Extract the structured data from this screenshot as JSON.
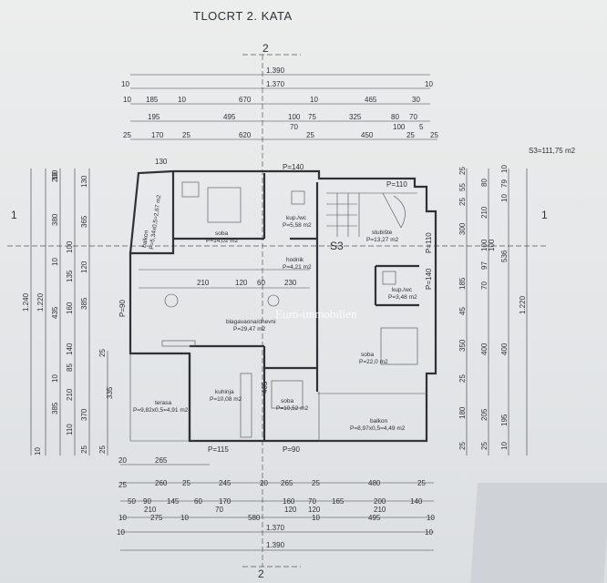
{
  "title": "TLOCRT 2. KATA",
  "section_marks": {
    "top": "2",
    "bottom": "2",
    "left": "1",
    "right": "1"
  },
  "area_total": "S3=111,75 m2",
  "watermark": "Euro-immobilien",
  "top_dims": {
    "row1": [
      "1.390"
    ],
    "row2": [
      "10",
      "1.370",
      "10"
    ],
    "row3": [
      "10",
      "185",
      "10",
      "670",
      "10",
      "465",
      "30"
    ],
    "row4": [
      "195",
      "495",
      "100",
      "75",
      "325",
      "80",
      "70",
      "70",
      "100"
    ],
    "row5": [
      "25",
      "170",
      "25",
      "620",
      "25",
      "450",
      "25",
      "25",
      "5"
    ]
  },
  "bottom_dims": {
    "row1": [
      "20",
      "265"
    ],
    "row2": [
      "25",
      "260",
      "25",
      "245",
      "20",
      "265",
      "25",
      "480",
      "25"
    ],
    "row3": [
      "50",
      "90",
      "145",
      "60",
      "170",
      "160",
      "70",
      "165",
      "200",
      "140",
      "210",
      "120",
      "210",
      "70",
      "120"
    ],
    "row4": [
      "10",
      "275",
      "10",
      "580",
      "10",
      "495",
      "10"
    ],
    "row5": [
      "10",
      "1.370",
      "10"
    ],
    "row6": [
      "1.390"
    ]
  },
  "left_dims": {
    "col1": [
      "1.240"
    ],
    "col2": [
      "1.220"
    ],
    "col3": [
      "10",
      "380",
      "10",
      "435",
      "10",
      "385",
      "10"
    ],
    "col4": [
      "100",
      "135",
      "160",
      "140",
      "85",
      "210",
      "200",
      "110"
    ],
    "col5": [
      "130",
      "365",
      "120",
      "385",
      "370",
      "25"
    ],
    "col6": [
      "25",
      "335",
      "25"
    ]
  },
  "right_dims": {
    "col1": [
      "25",
      "55",
      "25",
      "300",
      "185",
      "45",
      "350",
      "25",
      "180",
      "25"
    ],
    "col2": [
      "80",
      "210",
      "100",
      "97",
      "70",
      "100",
      "400",
      "205",
      "25"
    ],
    "col3": [
      "10",
      "79",
      "10",
      "536",
      "400",
      "195",
      "10"
    ],
    "col4": [
      "1.220"
    ]
  },
  "openings": [
    "P=140",
    "P=110",
    "P=110",
    "P=140",
    "P=90",
    "P=115",
    "P=90"
  ],
  "interior_dims": [
    "210",
    "120",
    "60",
    "230",
    "405",
    "130"
  ],
  "rooms": [
    {
      "name": "balkon",
      "area": "P=5,34x0,5=2,67 m2"
    },
    {
      "name": "soba",
      "area": "P=14,02 m2"
    },
    {
      "name": "kup./wc",
      "area": "P=5,58 m2"
    },
    {
      "name": "stubište",
      "area": "P=13,27 m2"
    },
    {
      "name": "hodnik",
      "area": "P=4,21 m2"
    },
    {
      "name": "kup./wc",
      "area": "P=3,48 m2"
    },
    {
      "name": "blagavaona/dnevni",
      "area": "P=29,47 m2"
    },
    {
      "name": "soba",
      "area": "P=22,0 m2"
    },
    {
      "name": "kuhinja",
      "area": "P=10,08 m2"
    },
    {
      "name": "soba",
      "area": "P=10,52 m2"
    },
    {
      "name": "terasa",
      "area": "P=9,82x0,5=4,91 m2"
    },
    {
      "name": "balkon",
      "area": "P=8,97x0,5=4,49 m2"
    }
  ],
  "stair_label": "S3"
}
